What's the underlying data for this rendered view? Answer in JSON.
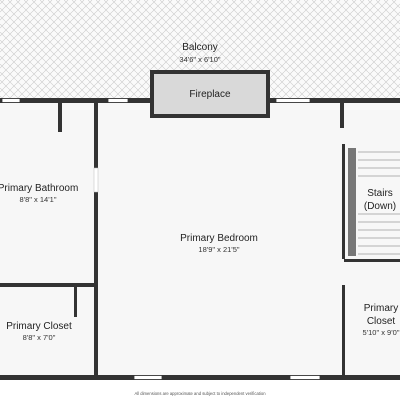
{
  "colors": {
    "wall": "#333333",
    "floor": "#f7f7f7",
    "balcony_pattern": "#c8c8c8",
    "fireplace_fill": "#d9d9d9",
    "window": "#ffffff"
  },
  "rooms": {
    "balcony": {
      "name": "Balcony",
      "dims": "34'6\" x 6'10\""
    },
    "fireplace": {
      "name": "Fireplace"
    },
    "primary_bathroom": {
      "name": "Primary Bathroom",
      "dims": "8'8\" x 14'1\""
    },
    "primary_bedroom": {
      "name": "Primary Bedroom",
      "dims": "18'9\" x 21'5\""
    },
    "primary_closet_left": {
      "name": "Primary Closet",
      "dims": "8'8\" x 7'0\""
    },
    "stairs": {
      "name_line1": "Stairs",
      "name_line2": "(Down)"
    },
    "primary_closet_right": {
      "name_line1": "Primary",
      "name_line2": "Closet",
      "dims": "5'10\" x 9'0\""
    }
  },
  "footer": "All dimensions are approximate and subject to independent verification"
}
